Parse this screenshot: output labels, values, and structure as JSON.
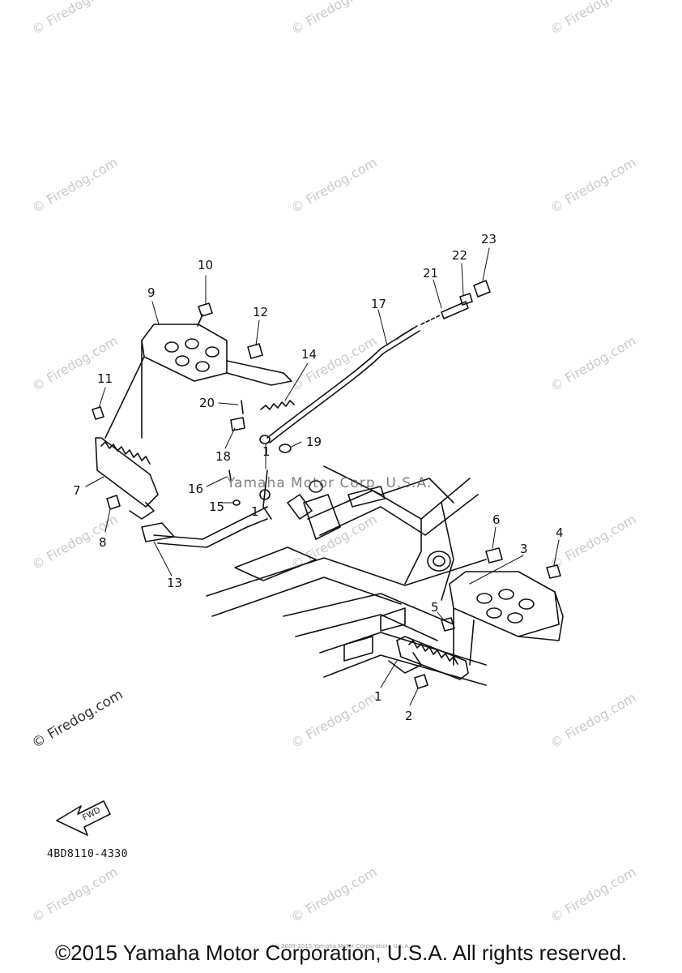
{
  "watermark": {
    "text": "© Firedog.com"
  },
  "corp_watermark": "Yamaha Motor Corp. U.S.A.",
  "callouts": {
    "c1": "1",
    "c2": "2",
    "c3": "3",
    "c4": "4",
    "c5": "5",
    "c6": "6",
    "c7": "7",
    "c8": "8",
    "c9": "9",
    "c10": "10",
    "c11": "11",
    "c12": "12",
    "c13": "13",
    "c14": "14",
    "c15": "15",
    "c16": "16",
    "c17": "17",
    "c18": "18",
    "c19": "19",
    "c20": "20",
    "c21": "21",
    "c22": "22",
    "c23": "23",
    "c1b": "1",
    "c1c": "1"
  },
  "fwd_label": "FWD",
  "part_code": "4BD8110-4330",
  "copyright": "©2015 Yamaha Motor Corporation, U.S.A. All rights reserved.",
  "tiny_copyright": "(c) 2009-2015 Yamaha Motor Corporation, U.S.A."
}
